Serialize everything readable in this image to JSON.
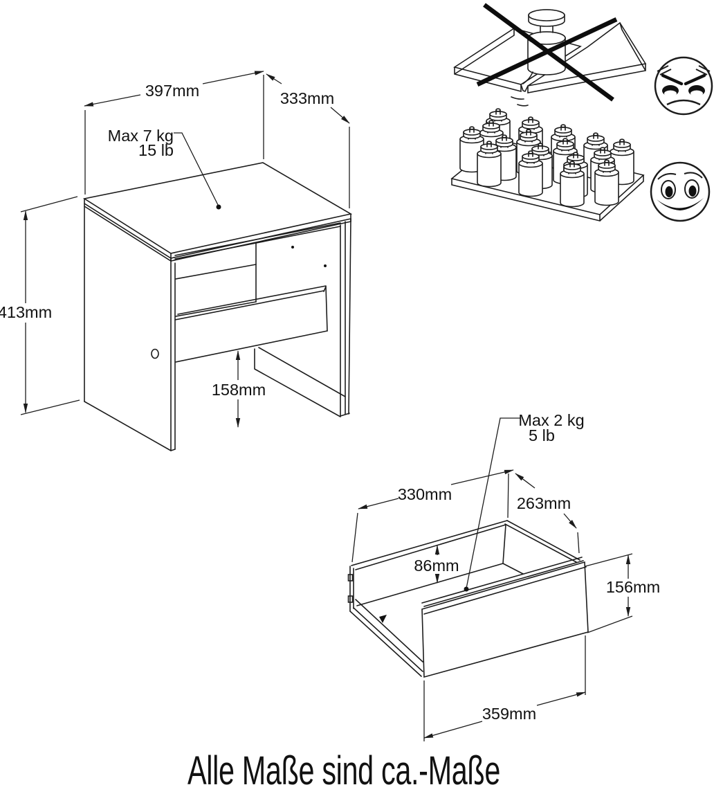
{
  "diagram": {
    "table": {
      "width": "397mm",
      "depth": "333mm",
      "height": "413mm",
      "clearance": "158mm",
      "max_load": "Max 7 kg",
      "max_load_alt": "15 lb"
    },
    "drawer": {
      "inner_width": "330mm",
      "inner_depth": "263mm",
      "inner_height": "86mm",
      "front_height": "156mm",
      "front_width": "359mm",
      "max_load": "Max 2 kg",
      "max_load_alt": "5 lb"
    },
    "caption": "Alle Maße sind ca.-Maße",
    "icons": [
      "no-point-load-icon",
      "angry-face-icon",
      "distributed-load-icon",
      "smiley-face-icon"
    ],
    "colors": {
      "line": "#1c1c1c",
      "background": "#ffffff"
    }
  }
}
